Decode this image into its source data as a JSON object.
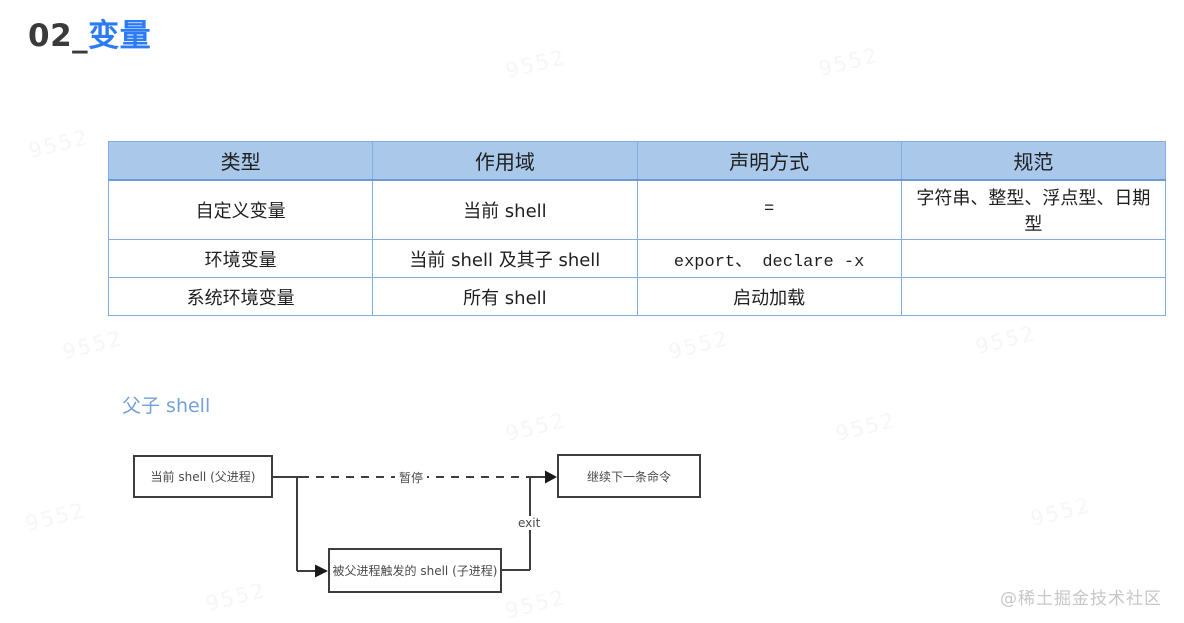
{
  "page": {
    "title_prefix": "02_",
    "title_main": "变量",
    "watermark_repeat": "9552",
    "watermark_credit": "@稀土掘金技术社区"
  },
  "table": {
    "headers": [
      "类型",
      "作用域",
      "声明方式",
      "规范"
    ],
    "rows": [
      [
        "自定义变量",
        "当前 shell",
        "=",
        "字符串、整型、浮点型、日期型"
      ],
      [
        "环境变量",
        "当前 shell 及其子 shell",
        "export、 declare -x",
        ""
      ],
      [
        "系统环境变量",
        "所有 shell",
        "启动加载",
        ""
      ]
    ]
  },
  "diagram": {
    "subtitle": "父子 shell",
    "nodes": {
      "parent_shell": "当前 shell (父进程)",
      "next_command": "继续下一条命令",
      "child_shell": "被父进程触发的 shell (子进程)"
    },
    "labels": {
      "pause": "暂停",
      "exit": "exit"
    }
  },
  "colors": {
    "title_accent": "#2b7bf7",
    "table_header_bg": "#a9c8ea",
    "table_border": "#85ade0",
    "subtitle_blue": "#73a2d8",
    "diagram_line": "#3d3d3d"
  }
}
